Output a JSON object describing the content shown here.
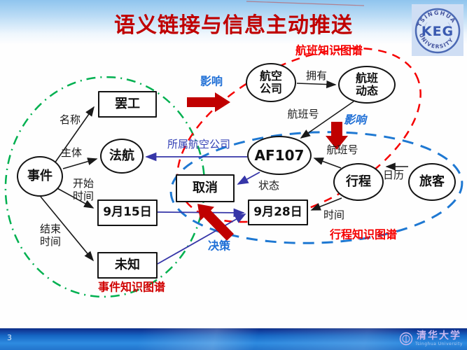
{
  "slide": {
    "title": "语义链接与信息主动推送",
    "page_number": "3"
  },
  "header_logo": {
    "arc_top": "TSINGHUA",
    "center": "KEG",
    "arc_bottom": "UNIVERSITY"
  },
  "footer_logo": {
    "name": "清华大学",
    "subtitle": "Tsinghua University"
  },
  "colors": {
    "title_red": "#C00000",
    "group_flight": "#F50000",
    "group_event": "#D00000",
    "group_trip": "#F50000",
    "green_oval": "#00B050",
    "blue_oval": "#1E78D2",
    "red_oval": "#F50000",
    "annotation_blue": "#1F6FD6",
    "navy_edge": "#3636A8",
    "red_arrow": "#C00000"
  },
  "diagram": {
    "group_labels": {
      "flight": "航班知识图谱",
      "event": "事件知识图谱",
      "trip": "行程知识图谱"
    },
    "nodes": {
      "event": "事件",
      "strike": "罢工",
      "air_france": "法航",
      "sep15": "9月15日",
      "unknown": "未知",
      "airline": "航空\n公司",
      "flight_status": "航班\n动态",
      "af107": "AF107",
      "cancel": "取消",
      "sep28": "9月28日",
      "trip": "行程",
      "passenger": "旅客"
    },
    "edge_labels": {
      "name": "名称",
      "subject": "主体",
      "start_time": "开始\n时间",
      "end_time": "结束\n时间",
      "owns": "拥有",
      "flight_no_top": "航班号",
      "flight_no_mid": "航班号",
      "belongs_airline": "所属航空公司",
      "status": "状态",
      "calendar": "日历",
      "time": "时间"
    },
    "annotations": {
      "impact_top": "影响",
      "impact_right": "影响",
      "decision": "决策"
    }
  }
}
